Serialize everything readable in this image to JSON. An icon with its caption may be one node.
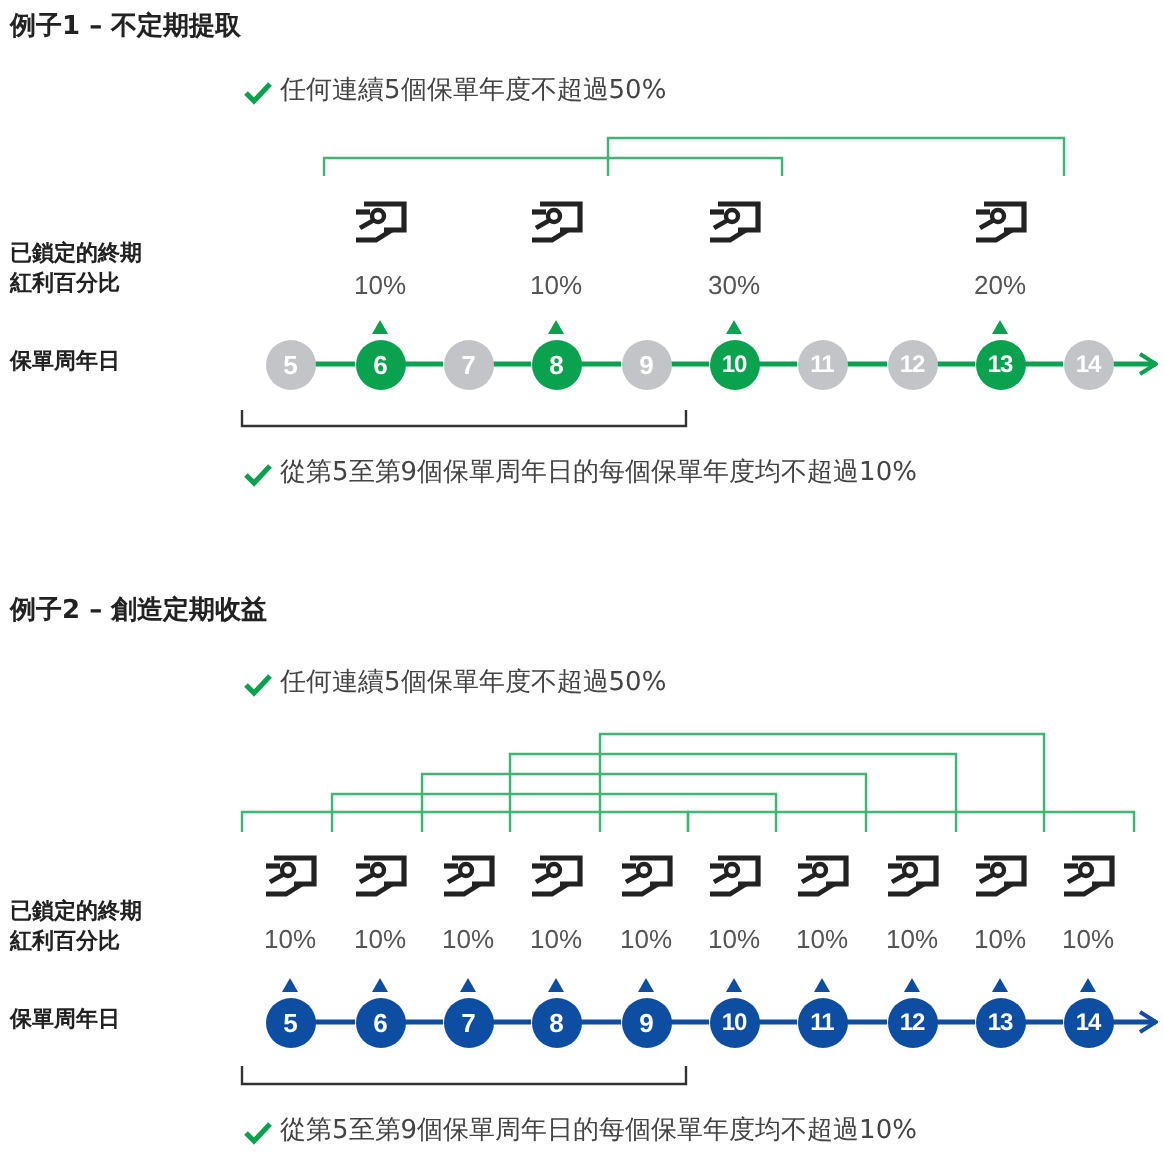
{
  "diagram": {
    "nodes": [
      {
        "text": [
          "5"
        ]
      },
      {
        "text": [
          "6"
        ],
        "beside": [
          "10%"
        ]
      },
      {
        "text": [
          "7"
        ]
      },
      {
        "text": [
          "8"
        ],
        "beside": [
          "10%"
        ]
      },
      {
        "text": [
          "9"
        ]
      },
      {
        "text": [
          "10"
        ],
        "beside": [
          "30%"
        ]
      },
      {
        "text": [
          "11"
        ]
      },
      {
        "text": [
          "12"
        ]
      },
      {
        "text": [
          "13"
        ],
        "beside": [
          "20%"
        ]
      },
      {
        "text": [
          "14"
        ]
      },
      {
        "text": [
          "5"
        ],
        "beside": [
          "10%"
        ]
      },
      {
        "text": [
          "6"
        ],
        "beside": [
          "10%"
        ]
      },
      {
        "text": [
          "7"
        ],
        "beside": [
          "10%"
        ]
      },
      {
        "text": [
          "8"
        ],
        "beside": [
          "10%"
        ]
      },
      {
        "text": [
          "9"
        ],
        "beside": [
          "10%"
        ]
      },
      {
        "text": [
          "10"
        ],
        "beside": [
          "10%"
        ]
      },
      {
        "text": [
          "11"
        ],
        "beside": [
          "10%"
        ]
      },
      {
        "text": [
          "12"
        ],
        "beside": [
          "10%"
        ]
      },
      {
        "text": [
          "13"
        ],
        "beside": [
          "10%"
        ]
      },
      {
        "text": [
          "14"
        ],
        "beside": [
          "10%"
        ]
      }
    ],
    "edges": [
      {
        "from": 0,
        "to": 1,
        "arrow": "none"
      },
      {
        "from": 1,
        "to": 2,
        "arrow": "none"
      },
      {
        "from": 2,
        "to": 3,
        "arrow": "none"
      },
      {
        "from": 3,
        "to": 4,
        "arrow": "none"
      },
      {
        "from": 4,
        "to": 5,
        "arrow": "none"
      },
      {
        "from": 5,
        "to": 6,
        "arrow": "none"
      },
      {
        "from": 6,
        "to": 7,
        "arrow": "none"
      },
      {
        "from": 7,
        "to": 8,
        "arrow": "none"
      },
      {
        "from": 8,
        "to": 9,
        "arrow": "none"
      },
      {
        "from": 9,
        "to": null,
        "arrow": "to"
      },
      {
        "from": 10,
        "to": 11,
        "arrow": "none",
        "color": "#0d4ea3"
      },
      {
        "from": 11,
        "to": 12,
        "arrow": "none",
        "color": "#0d4ea3"
      },
      {
        "from": 12,
        "to": 13,
        "arrow": "none",
        "color": "#0d4ea3"
      },
      {
        "from": 13,
        "to": 14,
        "arrow": "none",
        "color": "#0d4ea3"
      },
      {
        "from": 14,
        "to": 15,
        "arrow": "none",
        "color": "#0d4ea3"
      },
      {
        "from": 15,
        "to": 16,
        "arrow": "none",
        "color": "#0d4ea3"
      },
      {
        "from": 16,
        "to": 17,
        "arrow": "none",
        "color": "#0d4ea3"
      },
      {
        "from": 17,
        "to": 18,
        "arrow": "none",
        "color": "#0d4ea3"
      },
      {
        "from": 18,
        "to": 19,
        "arrow": "none",
        "color": "#0d4ea3"
      },
      {
        "from": 19,
        "to": null,
        "arrow": "to",
        "color": "#0d4ea3"
      }
    ],
    "labels": [
      "例子1 – 不定期提取",
      "任何連續5個保單年度不超過50%",
      "已鎖定的終期紅利百分比",
      "保單周年日",
      "從第5至第9個保單周年日的每個保單年度均不超過10%",
      "例子2 – 創造定期收益",
      "任何連續5個保單年度不超過50%",
      "已鎖定的終期紅利百分比",
      "保單周年日",
      "從第5至第9個保單周年日的每個保單年度均不超過10%"
    ]
  }
}
